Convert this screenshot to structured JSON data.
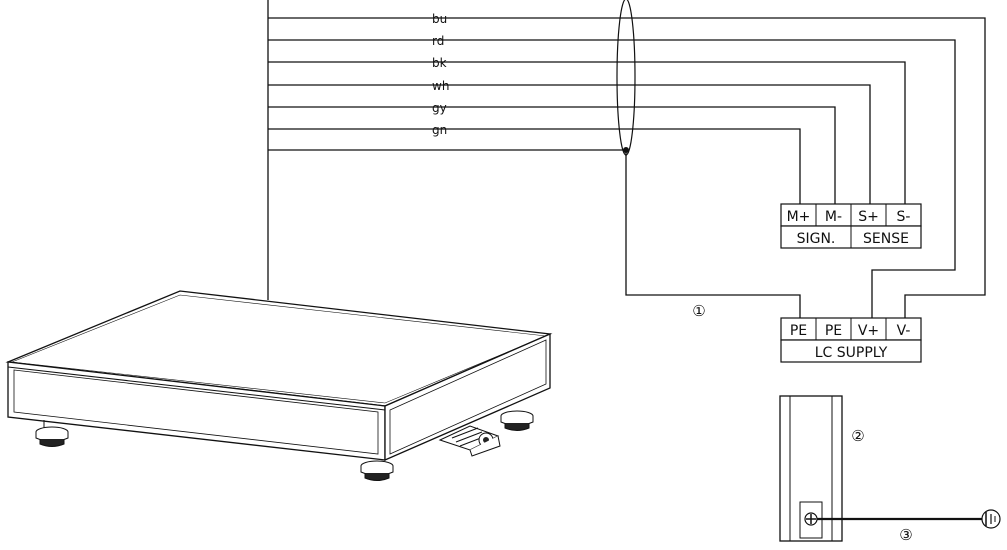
{
  "wire_colors": [
    "bu",
    "rd",
    "bk",
    "wh",
    "gy",
    "gn"
  ],
  "signal_block": {
    "terminals": [
      "M+",
      "M-",
      "S+",
      "S-"
    ],
    "groups": [
      "SIGN.",
      "SENSE"
    ]
  },
  "supply_block": {
    "terminals": [
      "PE",
      "PE",
      "V+",
      "V-"
    ],
    "group": "LC SUPPLY"
  },
  "markers": {
    "shield": "①",
    "housing": "②",
    "earth_wire": "③"
  },
  "icons": {
    "earth": "ground-symbol-icon",
    "screw": "ground-screw-icon"
  }
}
